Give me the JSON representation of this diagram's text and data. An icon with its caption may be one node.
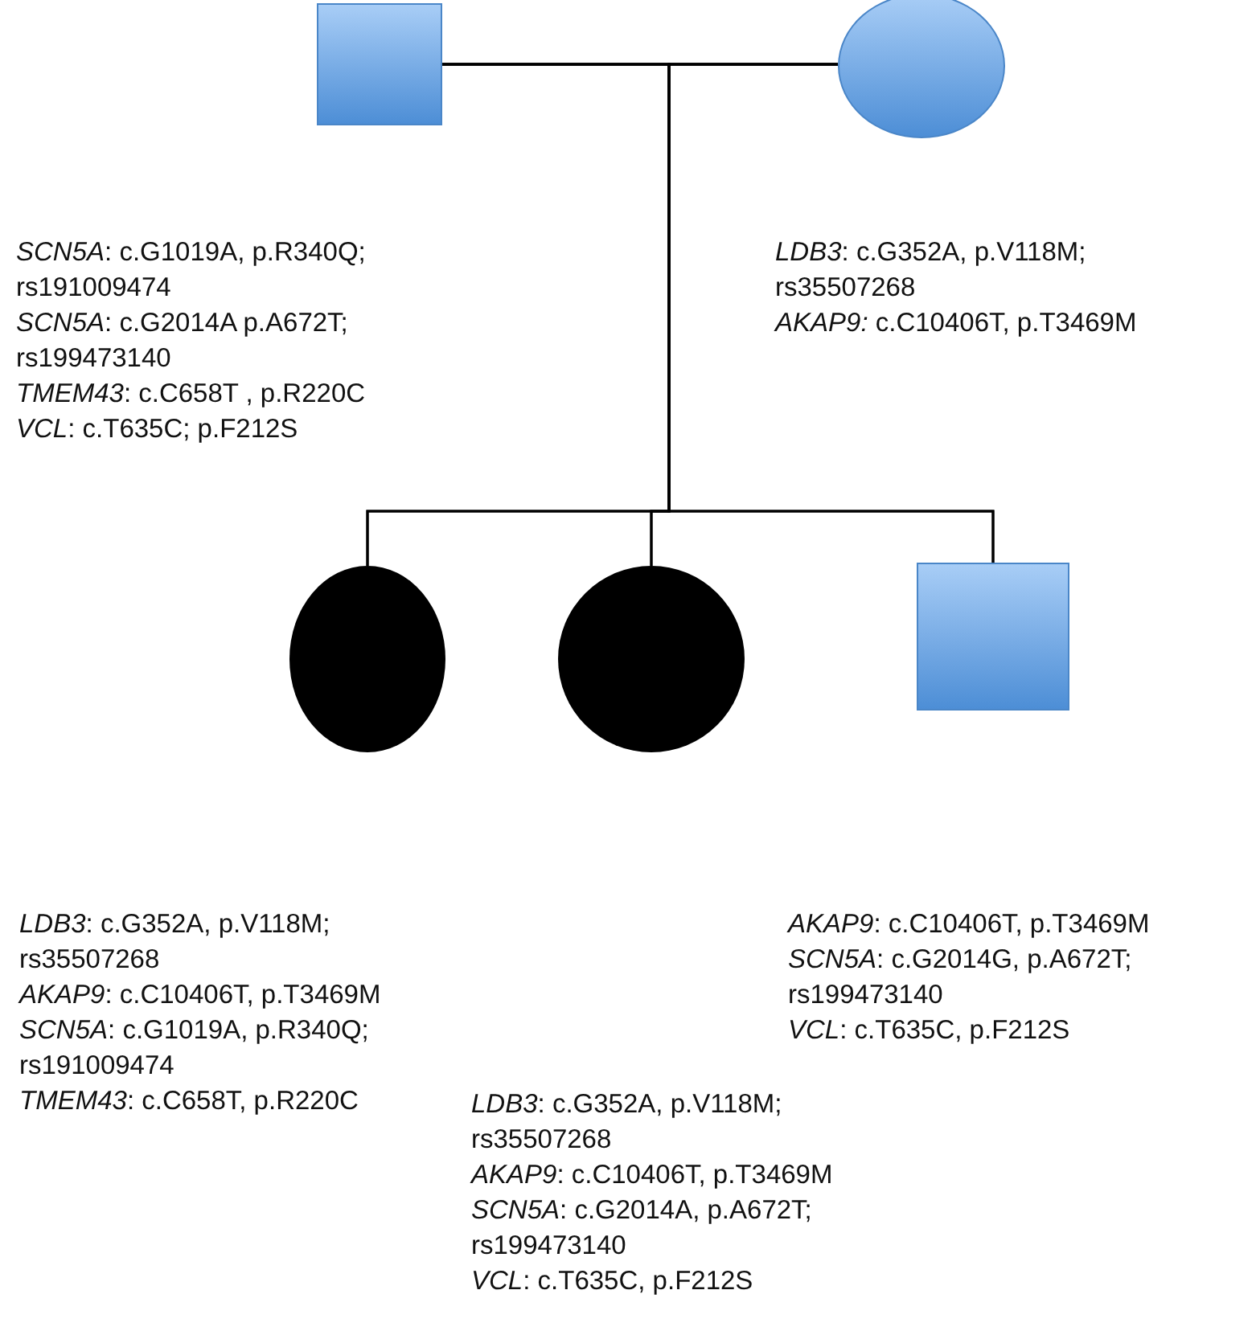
{
  "diagram": {
    "nodes": [
      {
        "text": [],
        "shape": "box",
        "beside": [
          "*SCN5A*: c.G1019A, p.R340Q; rs191009474",
          "*SCN5A*: c.G2014A p.A672T; rs199473140",
          "*TMEM43*: c.C658T , p.R220C",
          "*VCL*: c.T635C; p.F212S"
        ]
      },
      {
        "text": [],
        "shape": "circle",
        "beside": [
          "*LDB3*: c.G352A, p.V118M; rs35507268",
          "*AKAP9:* c.C10406T, p.T3469M"
        ]
      },
      {
        "text": [],
        "shape": "circle",
        "beside": [
          "*LDB3*: c.G352A, p.V118M; rs35507268",
          "*AKAP9*: c.C10406T, p.T3469M",
          "*SCN5A*: c.G1019A, p.R340Q; rs191009474",
          "*TMEM43*: c.C658T, p.R220C"
        ]
      },
      {
        "text": [],
        "shape": "circle",
        "beside": [
          "*LDB3*: c.G352A, p.V118M; rs35507268",
          "*AKAP9*: c.C10406T, p.T3469M",
          "*SCN5A*: c.G2014A, p.A672T; rs199473140",
          "*VCL*: c.T635C, p.F212S"
        ]
      },
      {
        "text": [],
        "shape": "box",
        "beside": [
          "*AKAP9*: c.C10406T, p.T3469M",
          "*SCN5A*: c.G2014G, p.A672T; rs199473140",
          "*VCL*: c.T635C, p.F212S"
        ]
      }
    ],
    "edges": [
      {
        "from": 0,
        "to": 1,
        "arrow": "none"
      },
      {
        "from": 0,
        "to": 2,
        "arrow": "none"
      },
      {
        "from": 0,
        "to": 3,
        "arrow": "none"
      },
      {
        "from": 0,
        "to": 4,
        "arrow": "none"
      },
      {
        "from": 1,
        "to": 2,
        "arrow": "none"
      },
      {
        "from": 1,
        "to": 3,
        "arrow": "none"
      },
      {
        "from": 1,
        "to": 4,
        "arrow": "none"
      }
    ]
  }
}
